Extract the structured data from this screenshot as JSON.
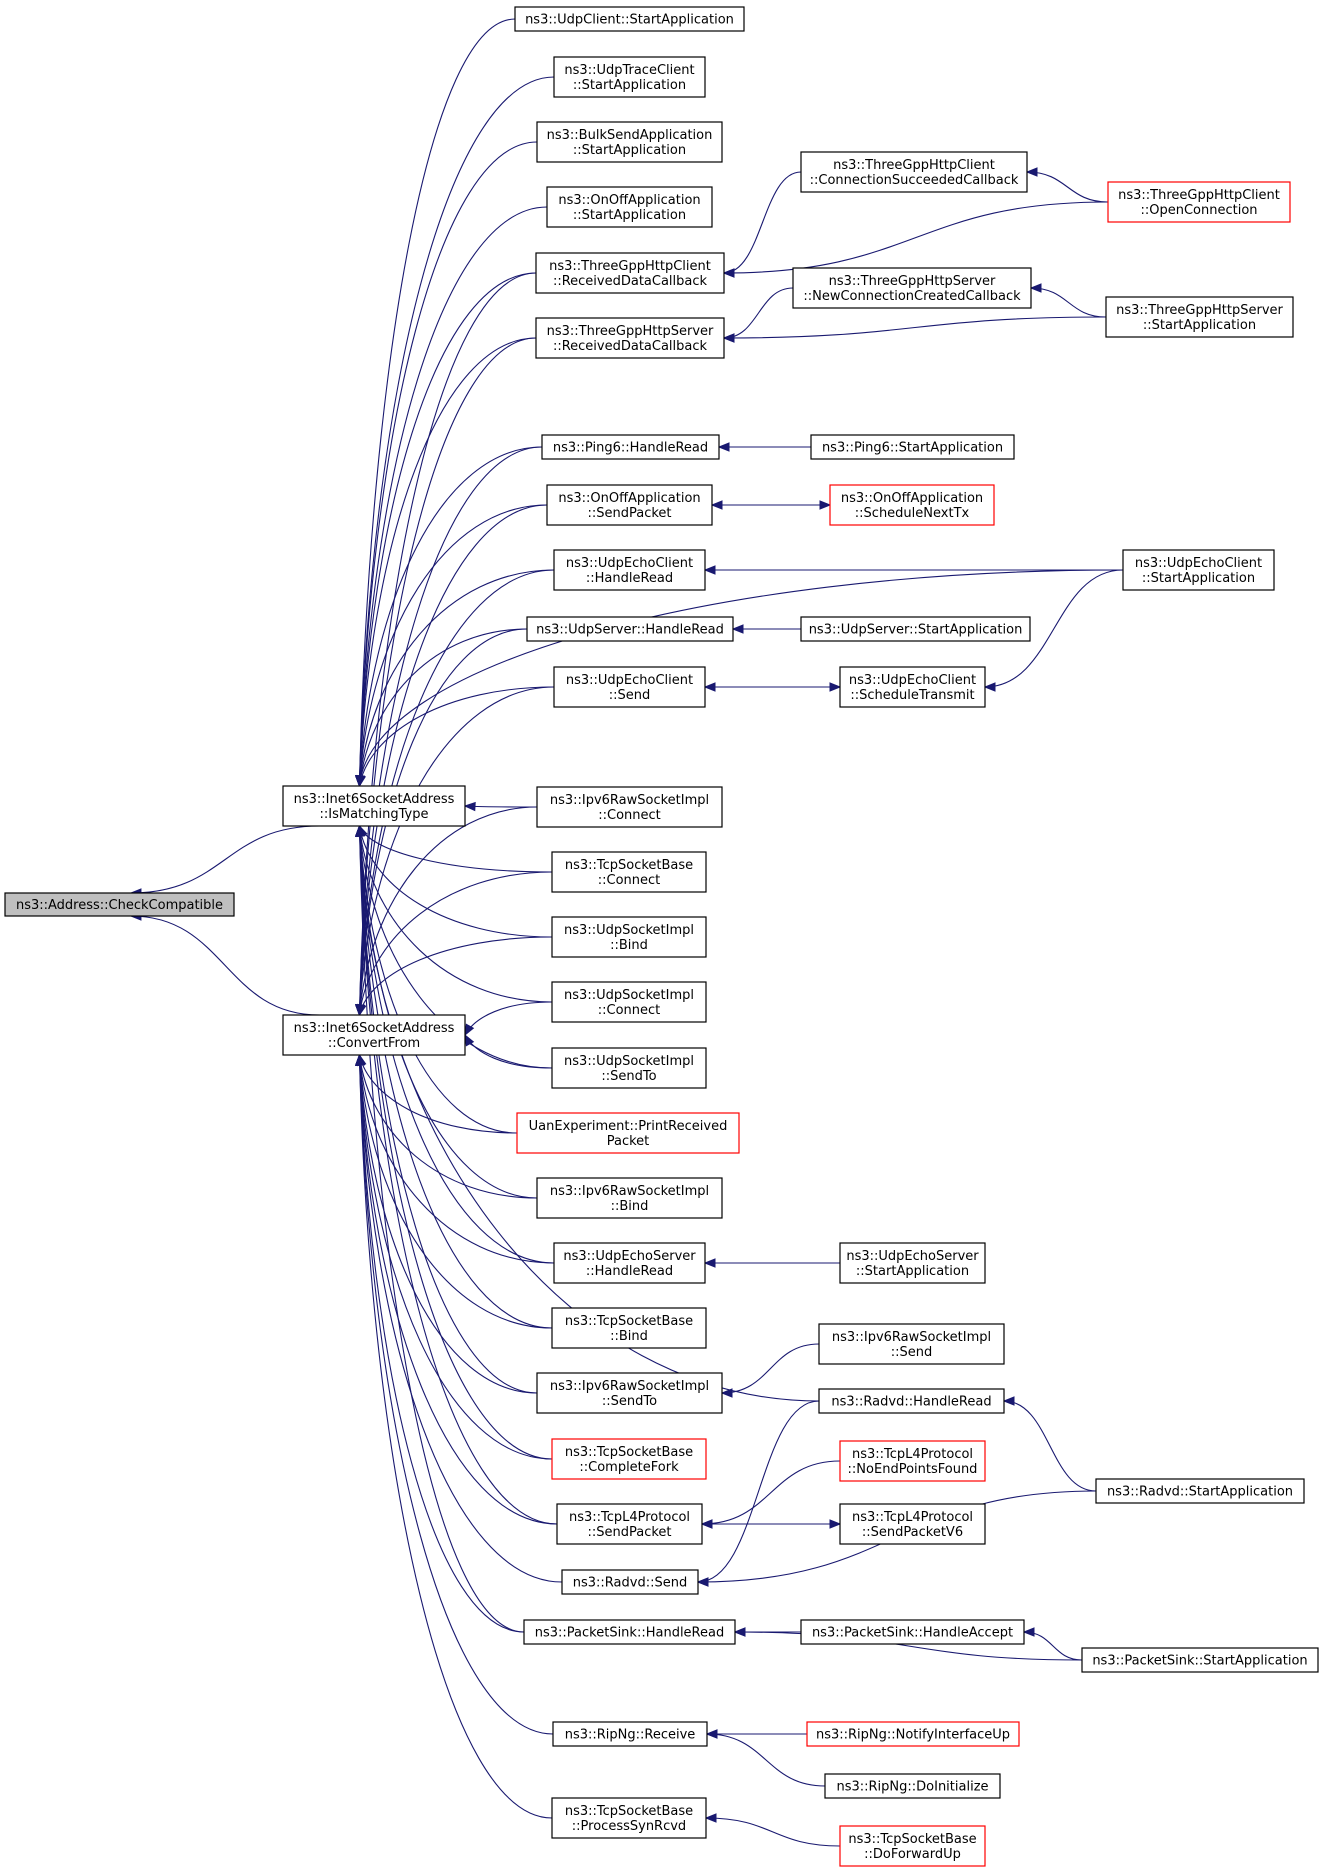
{
  "nodes": [
    {
      "id": "root",
      "lines": [
        "ns3::Address::CheckCompatible"
      ],
      "style": "root"
    },
    {
      "id": "isMatching",
      "lines": [
        "ns3::Inet6SocketAddress",
        "::IsMatchingType"
      ]
    },
    {
      "id": "convertFrom",
      "lines": [
        "ns3::Inet6SocketAddress",
        "::ConvertFrom"
      ]
    },
    {
      "id": "udpClientStart",
      "lines": [
        "ns3::UdpClient::StartApplication"
      ]
    },
    {
      "id": "udpTraceClientStart",
      "lines": [
        "ns3::UdpTraceClient",
        "::StartApplication"
      ]
    },
    {
      "id": "bulkSendStart",
      "lines": [
        "ns3::BulkSendApplication",
        "::StartApplication"
      ]
    },
    {
      "id": "onOffStart",
      "lines": [
        "ns3::OnOffApplication",
        "::StartApplication"
      ]
    },
    {
      "id": "tgClientRecv",
      "lines": [
        "ns3::ThreeGppHttpClient",
        "::ReceivedDataCallback"
      ]
    },
    {
      "id": "tgServerRecv",
      "lines": [
        "ns3::ThreeGppHttpServer",
        "::ReceivedDataCallback"
      ]
    },
    {
      "id": "ping6Handle",
      "lines": [
        "ns3::Ping6::HandleRead"
      ]
    },
    {
      "id": "onOffSend",
      "lines": [
        "ns3::OnOffApplication",
        "::SendPacket"
      ]
    },
    {
      "id": "udpEchoClientHandle",
      "lines": [
        "ns3::UdpEchoClient",
        "::HandleRead"
      ]
    },
    {
      "id": "udpServerHandle",
      "lines": [
        "ns3::UdpServer::HandleRead"
      ]
    },
    {
      "id": "udpEchoClientSend",
      "lines": [
        "ns3::UdpEchoClient",
        "::Send"
      ]
    },
    {
      "id": "ipv6RawConnect",
      "lines": [
        "ns3::Ipv6RawSocketImpl",
        "::Connect"
      ]
    },
    {
      "id": "tcpBaseConnect",
      "lines": [
        "ns3::TcpSocketBase",
        "::Connect"
      ]
    },
    {
      "id": "udpSockBind",
      "lines": [
        "ns3::UdpSocketImpl",
        "::Bind"
      ]
    },
    {
      "id": "udpSockConnect",
      "lines": [
        "ns3::UdpSocketImpl",
        "::Connect"
      ]
    },
    {
      "id": "udpSockSendTo",
      "lines": [
        "ns3::UdpSocketImpl",
        "::SendTo"
      ]
    },
    {
      "id": "uanPrint",
      "lines": [
        "UanExperiment::PrintReceived",
        "Packet"
      ],
      "style": "red"
    },
    {
      "id": "ipv6RawBind",
      "lines": [
        "ns3::Ipv6RawSocketImpl",
        "::Bind"
      ]
    },
    {
      "id": "udpEchoServerHandle",
      "lines": [
        "ns3::UdpEchoServer",
        "::HandleRead"
      ]
    },
    {
      "id": "tcpBaseBind",
      "lines": [
        "ns3::TcpSocketBase",
        "::Bind"
      ]
    },
    {
      "id": "ipv6RawSendTo",
      "lines": [
        "ns3::Ipv6RawSocketImpl",
        "::SendTo"
      ]
    },
    {
      "id": "tcpBaseFork",
      "lines": [
        "ns3::TcpSocketBase",
        "::CompleteFork"
      ],
      "style": "red"
    },
    {
      "id": "tcpL4Send",
      "lines": [
        "ns3::TcpL4Protocol",
        "::SendPacket"
      ]
    },
    {
      "id": "radvdSend",
      "lines": [
        "ns3::Radvd::Send"
      ]
    },
    {
      "id": "packetSinkHandle",
      "lines": [
        "ns3::PacketSink::HandleRead"
      ]
    },
    {
      "id": "ripngReceive",
      "lines": [
        "ns3::RipNg::Receive"
      ]
    },
    {
      "id": "tcpBaseSynRcvd",
      "lines": [
        "ns3::TcpSocketBase",
        "::ProcessSynRcvd"
      ]
    },
    {
      "id": "tgClientConnSucc",
      "lines": [
        "ns3::ThreeGppHttpClient",
        "::ConnectionSucceededCallback"
      ]
    },
    {
      "id": "tgServerNewConn",
      "lines": [
        "ns3::ThreeGppHttpServer",
        "::NewConnectionCreatedCallback"
      ]
    },
    {
      "id": "ping6Start",
      "lines": [
        "ns3::Ping6::StartApplication"
      ]
    },
    {
      "id": "onOffSchedule",
      "lines": [
        "ns3::OnOffApplication",
        "::ScheduleNextTx"
      ],
      "style": "red"
    },
    {
      "id": "udpServerStart",
      "lines": [
        "ns3::UdpServer::StartApplication"
      ]
    },
    {
      "id": "udpEchoClientSchedule",
      "lines": [
        "ns3::UdpEchoClient",
        "::ScheduleTransmit"
      ]
    },
    {
      "id": "udpEchoServerStart",
      "lines": [
        "ns3::UdpEchoServer",
        "::StartApplication"
      ]
    },
    {
      "id": "ipv6RawSend",
      "lines": [
        "ns3::Ipv6RawSocketImpl",
        "::Send"
      ]
    },
    {
      "id": "radvdHandle",
      "lines": [
        "ns3::Radvd::HandleRead"
      ]
    },
    {
      "id": "tcpL4NoEnd",
      "lines": [
        "ns3::TcpL4Protocol",
        "::NoEndPointsFound"
      ],
      "style": "red"
    },
    {
      "id": "tcpL4SendV6",
      "lines": [
        "ns3::TcpL4Protocol",
        "::SendPacketV6"
      ]
    },
    {
      "id": "packetSinkAccept",
      "lines": [
        "ns3::PacketSink::HandleAccept"
      ]
    },
    {
      "id": "ripngNotify",
      "lines": [
        "ns3::RipNg::NotifyInterfaceUp"
      ],
      "style": "red"
    },
    {
      "id": "ripngInit",
      "lines": [
        "ns3::RipNg::DoInitialize"
      ]
    },
    {
      "id": "tcpBaseForwardUp",
      "lines": [
        "ns3::TcpSocketBase",
        "::DoForwardUp"
      ],
      "style": "red"
    },
    {
      "id": "tgClientOpen",
      "lines": [
        "ns3::ThreeGppHttpClient",
        "::OpenConnection"
      ],
      "style": "red"
    },
    {
      "id": "tgServerStart",
      "lines": [
        "ns3::ThreeGppHttpServer",
        "::StartApplication"
      ]
    },
    {
      "id": "udpEchoClientStart",
      "lines": [
        "ns3::UdpEchoClient",
        "::StartApplication"
      ]
    },
    {
      "id": "radvdStart",
      "lines": [
        "ns3::Radvd::StartApplication"
      ]
    },
    {
      "id": "packetSinkStart",
      "lines": [
        "ns3::PacketSink::StartApplication"
      ]
    }
  ],
  "edges": [
    [
      "root",
      "isMatching"
    ],
    [
      "root",
      "convertFrom"
    ],
    [
      "isMatching",
      "udpClientStart"
    ],
    [
      "isMatching",
      "udpTraceClientStart"
    ],
    [
      "isMatching",
      "bulkSendStart"
    ],
    [
      "isMatching",
      "onOffStart"
    ],
    [
      "isMatching",
      "tgClientRecv"
    ],
    [
      "isMatching",
      "tgServerRecv"
    ],
    [
      "isMatching",
      "ping6Handle"
    ],
    [
      "isMatching",
      "onOffSend"
    ],
    [
      "isMatching",
      "udpEchoClientHandle"
    ],
    [
      "isMatching",
      "udpServerHandle"
    ],
    [
      "isMatching",
      "udpEchoClientSend"
    ],
    [
      "isMatching",
      "ipv6RawConnect"
    ],
    [
      "isMatching",
      "tcpBaseConnect"
    ],
    [
      "isMatching",
      "udpSockBind"
    ],
    [
      "isMatching",
      "udpSockConnect"
    ],
    [
      "isMatching",
      "udpSockSendTo"
    ],
    [
      "isMatching",
      "uanPrint"
    ],
    [
      "isMatching",
      "ipv6RawBind"
    ],
    [
      "isMatching",
      "udpEchoServerHandle"
    ],
    [
      "isMatching",
      "tcpBaseBind"
    ],
    [
      "isMatching",
      "ipv6RawSendTo"
    ],
    [
      "isMatching",
      "tcpBaseFork"
    ],
    [
      "isMatching",
      "tcpL4Send"
    ],
    [
      "isMatching",
      "packetSinkHandle"
    ],
    [
      "isMatching",
      "udpEchoClientStart"
    ],
    [
      "isMatching",
      "radvdHandle"
    ],
    [
      "convertFrom",
      "tgClientRecv"
    ],
    [
      "convertFrom",
      "tgServerRecv"
    ],
    [
      "convertFrom",
      "ping6Handle"
    ],
    [
      "convertFrom",
      "onOffSend"
    ],
    [
      "convertFrom",
      "udpEchoClientHandle"
    ],
    [
      "convertFrom",
      "udpServerHandle"
    ],
    [
      "convertFrom",
      "udpEchoClientSend"
    ],
    [
      "convertFrom",
      "ipv6RawConnect"
    ],
    [
      "convertFrom",
      "tcpBaseConnect"
    ],
    [
      "convertFrom",
      "udpSockBind"
    ],
    [
      "convertFrom",
      "udpSockConnect"
    ],
    [
      "convertFrom",
      "udpSockSendTo"
    ],
    [
      "convertFrom",
      "uanPrint"
    ],
    [
      "convertFrom",
      "ipv6RawBind"
    ],
    [
      "convertFrom",
      "udpEchoServerHandle"
    ],
    [
      "convertFrom",
      "tcpBaseBind"
    ],
    [
      "convertFrom",
      "ipv6RawSendTo"
    ],
    [
      "convertFrom",
      "tcpBaseFork"
    ],
    [
      "convertFrom",
      "tcpL4Send"
    ],
    [
      "convertFrom",
      "radvdSend"
    ],
    [
      "convertFrom",
      "packetSinkHandle"
    ],
    [
      "convertFrom",
      "ripngReceive"
    ],
    [
      "convertFrom",
      "tcpBaseSynRcvd"
    ],
    [
      "tgClientRecv",
      "tgClientConnSucc"
    ],
    [
      "tgClientRecv",
      "tgClientOpen"
    ],
    [
      "tgClientConnSucc",
      "tgClientOpen"
    ],
    [
      "tgServerRecv",
      "tgServerNewConn"
    ],
    [
      "tgServerRecv",
      "tgServerStart"
    ],
    [
      "tgServerNewConn",
      "tgServerStart"
    ],
    [
      "ping6Handle",
      "ping6Start"
    ],
    [
      "onOffSend",
      "onOffSchedule"
    ],
    [
      "onOffSchedule",
      "onOffSend"
    ],
    [
      "udpEchoClientHandle",
      "udpEchoClientStart"
    ],
    [
      "udpServerHandle",
      "udpServerStart"
    ],
    [
      "udpEchoClientSend",
      "udpEchoClientSchedule"
    ],
    [
      "udpEchoClientSchedule",
      "udpEchoClientSend"
    ],
    [
      "udpEchoClientSchedule",
      "udpEchoClientStart"
    ],
    [
      "udpEchoServerHandle",
      "udpEchoServerStart"
    ],
    [
      "ipv6RawSendTo",
      "ipv6RawSend"
    ],
    [
      "radvdHandle",
      "radvdStart"
    ],
    [
      "tcpL4Send",
      "tcpL4NoEnd"
    ],
    [
      "tcpL4Send",
      "tcpL4SendV6"
    ],
    [
      "tcpL4SendV6",
      "tcpL4Send"
    ],
    [
      "radvdSend",
      "radvdHandle"
    ],
    [
      "radvdSend",
      "radvdStart"
    ],
    [
      "packetSinkHandle",
      "packetSinkAccept"
    ],
    [
      "packetSinkHandle",
      "packetSinkStart"
    ],
    [
      "packetSinkAccept",
      "packetSinkStart"
    ],
    [
      "ripngReceive",
      "ripngNotify"
    ],
    [
      "ripngReceive",
      "ripngInit"
    ],
    [
      "tcpBaseSynRcvd",
      "tcpBaseForwardUp"
    ]
  ]
}
